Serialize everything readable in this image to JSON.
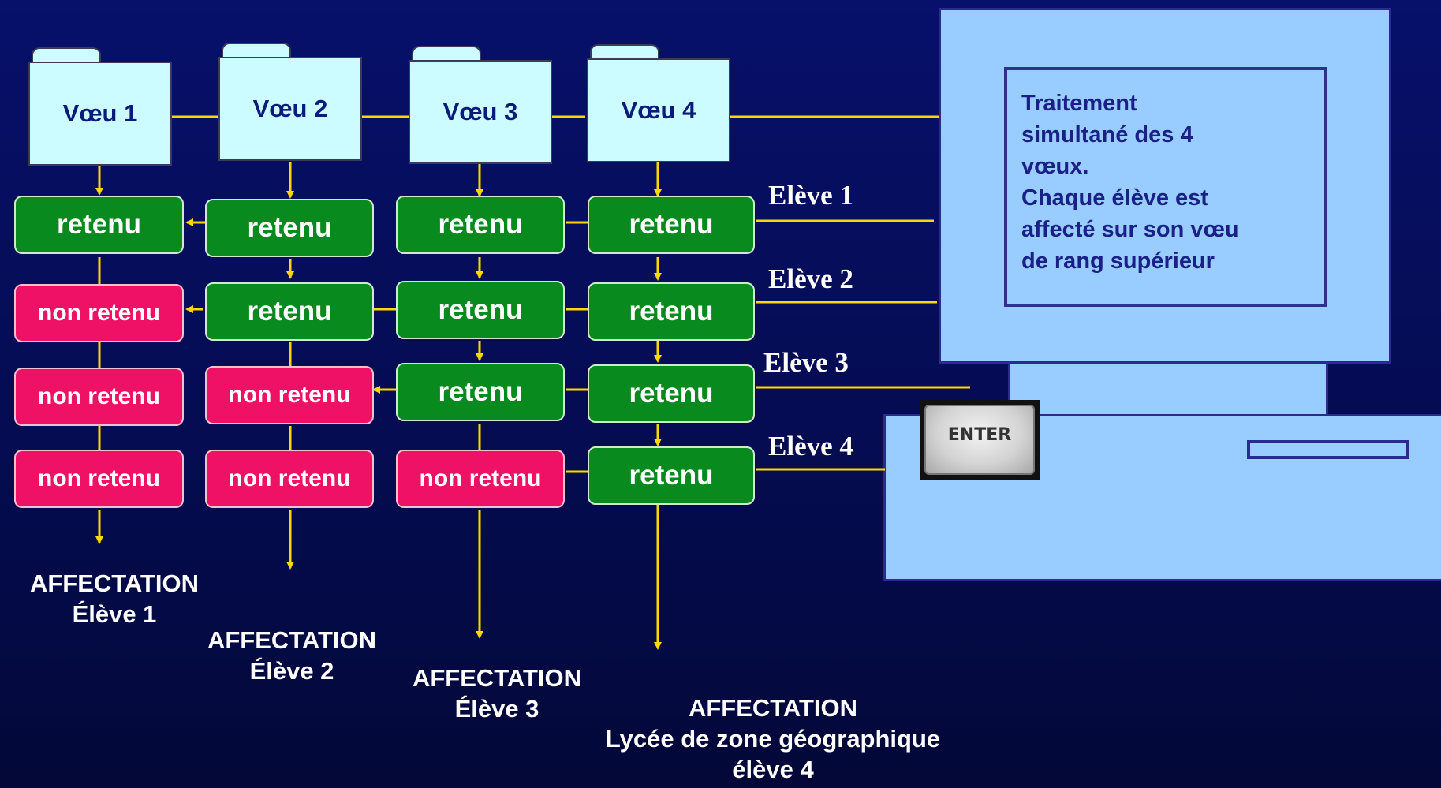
{
  "colors": {
    "background": "#050c52",
    "folder": "#ccfcff",
    "retenu": "#088a1e",
    "non_retenu": "#ee1166",
    "connector": "#ffd700",
    "monitor": "#99ccff"
  },
  "voeux": [
    {
      "label": "Vœu 1"
    },
    {
      "label": "Vœu 2"
    },
    {
      "label": "Vœu 3"
    },
    {
      "label": "Vœu 4"
    }
  ],
  "eleves": [
    {
      "label": "Elève 1"
    },
    {
      "label": "Elève 2"
    },
    {
      "label": "Elève 3"
    },
    {
      "label": "Elève 4"
    }
  ],
  "grid": [
    [
      "retenu",
      "retenu",
      "retenu",
      "retenu"
    ],
    [
      "non retenu",
      "retenu",
      "retenu",
      "retenu"
    ],
    [
      "non retenu",
      "non retenu",
      "retenu",
      "retenu"
    ],
    [
      "non retenu",
      "non retenu",
      "non retenu",
      "retenu"
    ]
  ],
  "screen_text": [
    "Traitement",
    "simultané des 4",
    "vœux.",
    "Chaque élève est",
    "affecté sur son vœu",
    "de rang supérieur"
  ],
  "enter_key": "ENTER",
  "affectations": [
    {
      "title": "AFFECTATION",
      "detail": "Élève 1"
    },
    {
      "title": "AFFECTATION",
      "detail": "Élève 2"
    },
    {
      "title": "AFFECTATION",
      "detail": "Élève 3"
    },
    {
      "title": "AFFECTATION",
      "detail": "Lycée de zone géographique",
      "detail2": "élève 4"
    }
  ]
}
